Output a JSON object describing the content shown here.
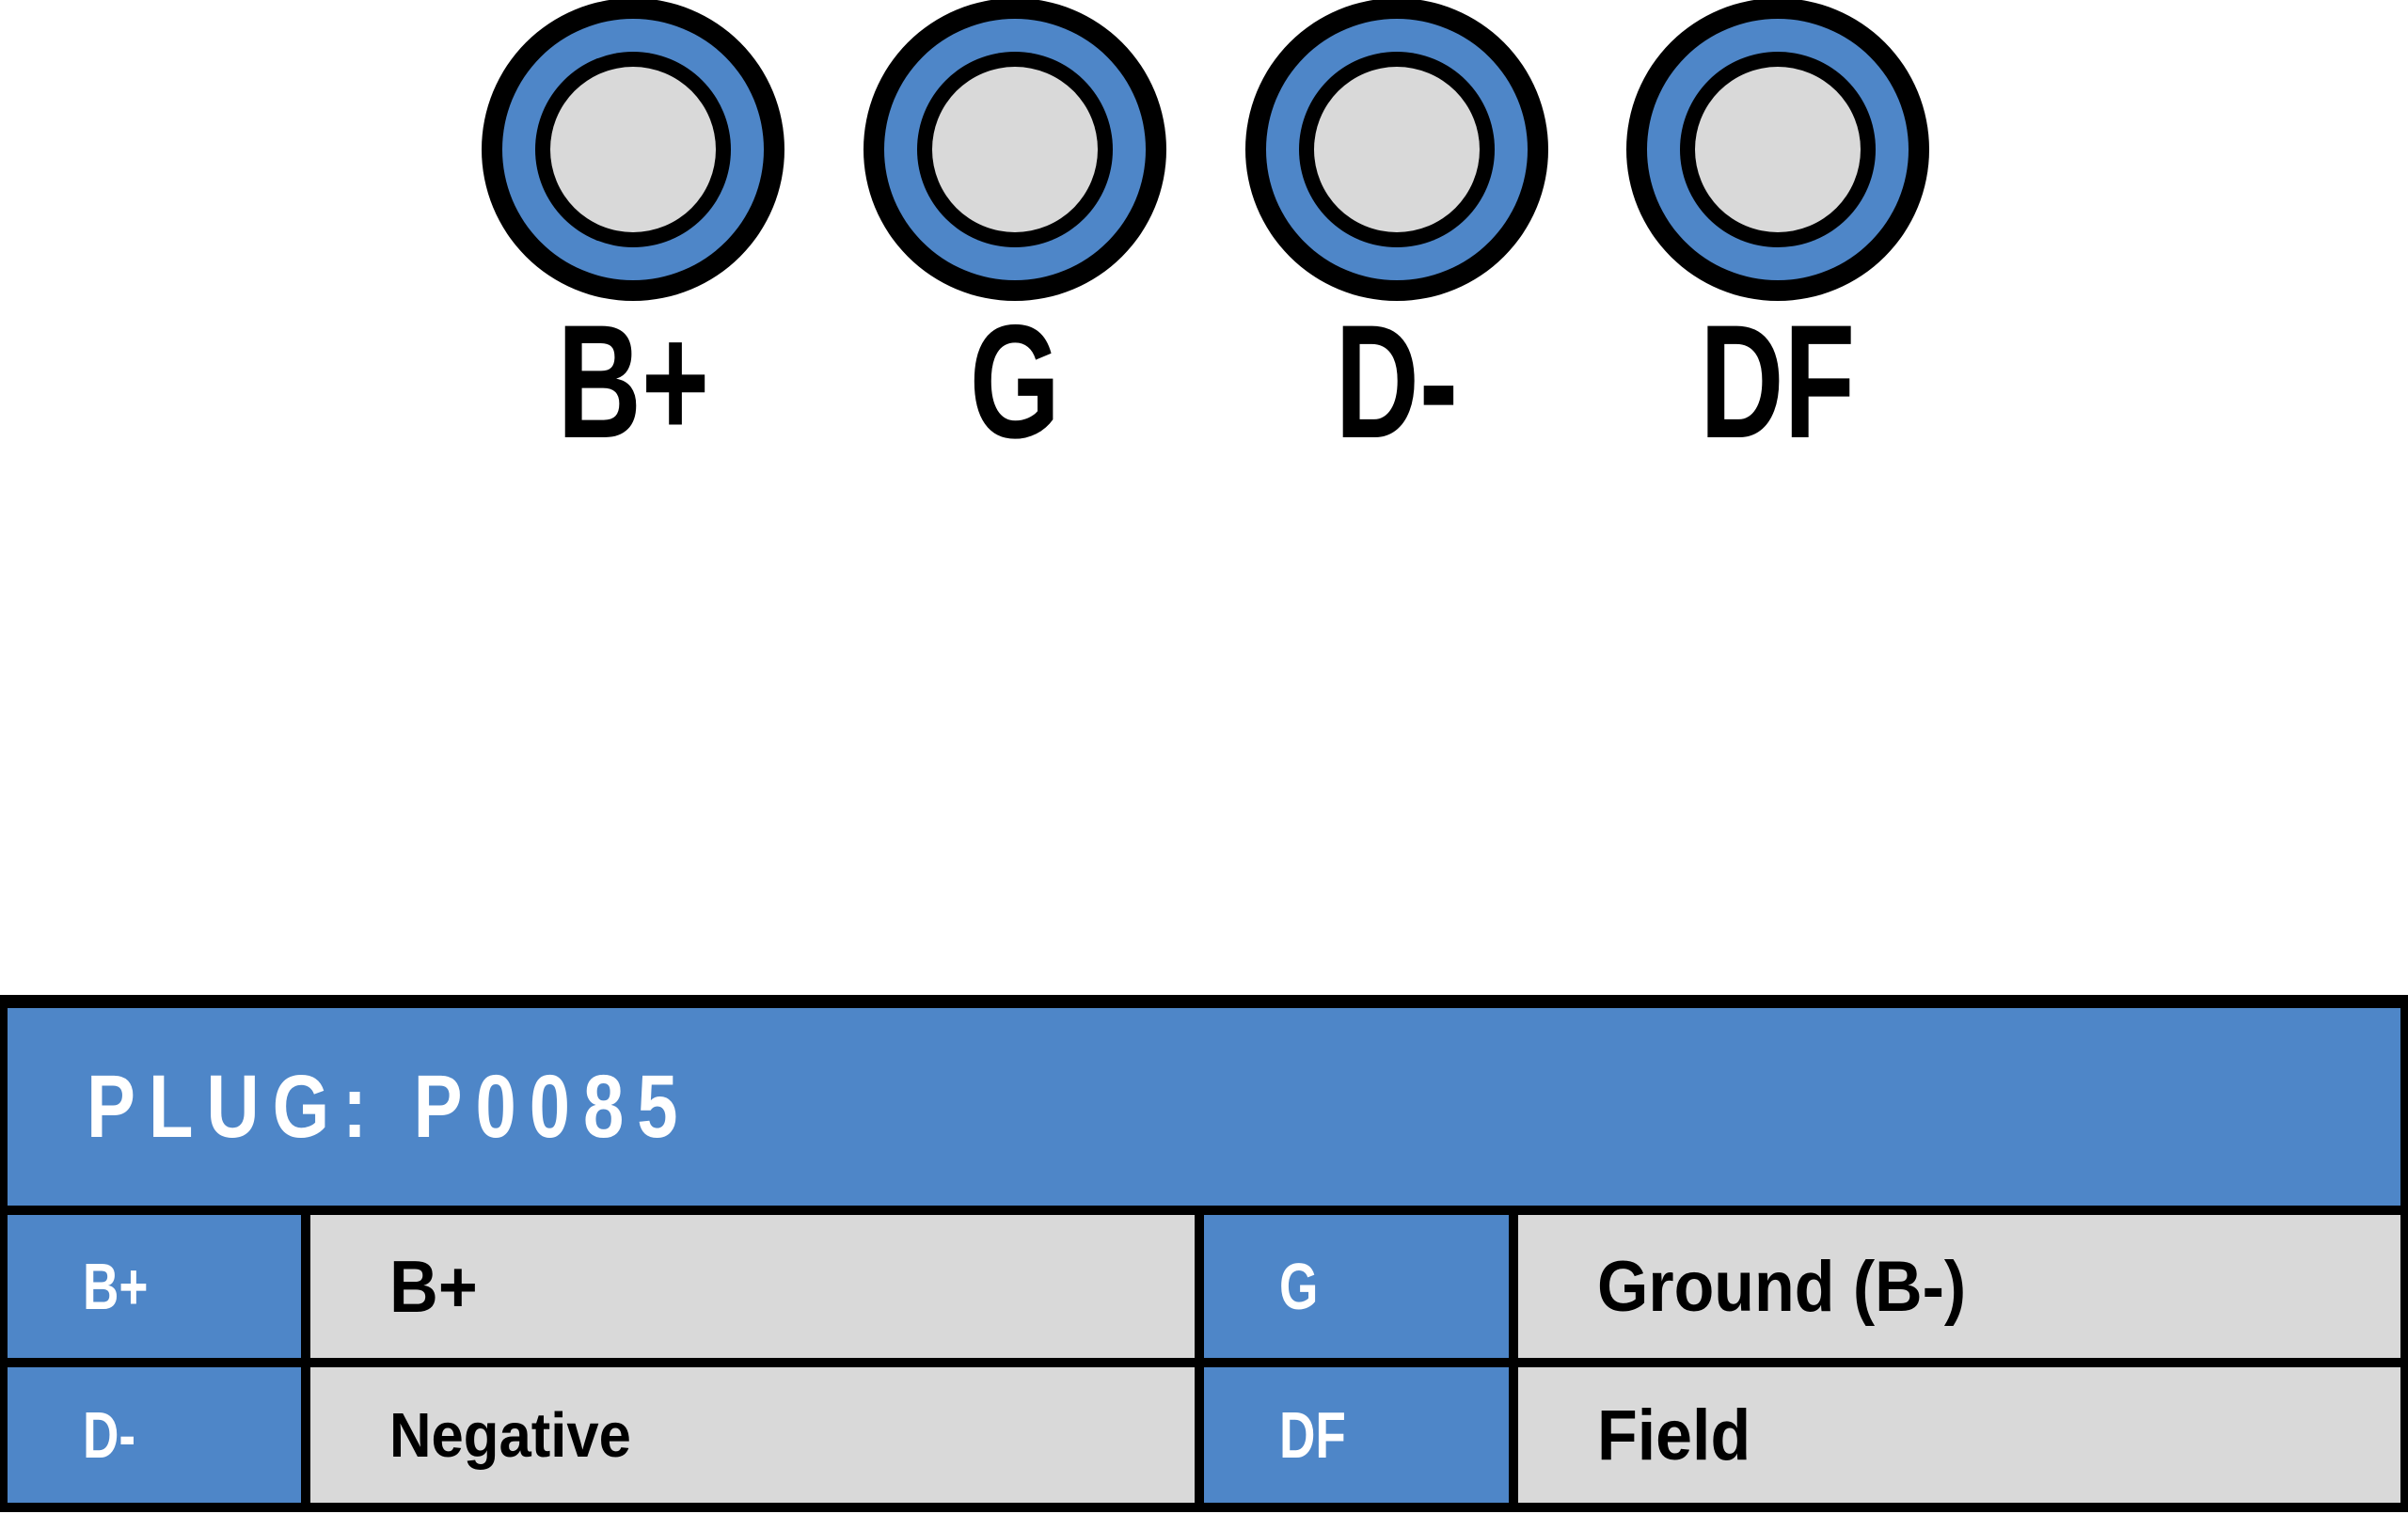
{
  "connector": {
    "pins": [
      {
        "label": "B+"
      },
      {
        "label": "G"
      },
      {
        "label": "D-"
      },
      {
        "label": "DF"
      }
    ]
  },
  "table": {
    "title": "PLUG: P0085",
    "rows": [
      {
        "left_key": "B+",
        "left_value": "B+",
        "right_key": "G",
        "right_value": "Ground (B-)"
      },
      {
        "left_key": "D-",
        "left_value": "Negative",
        "right_key": "DF",
        "right_value": "Field"
      }
    ]
  },
  "colors": {
    "blue": "#4E86C8",
    "gray": "#D9D9D9",
    "black": "#000000",
    "white": "#FFFFFF"
  }
}
